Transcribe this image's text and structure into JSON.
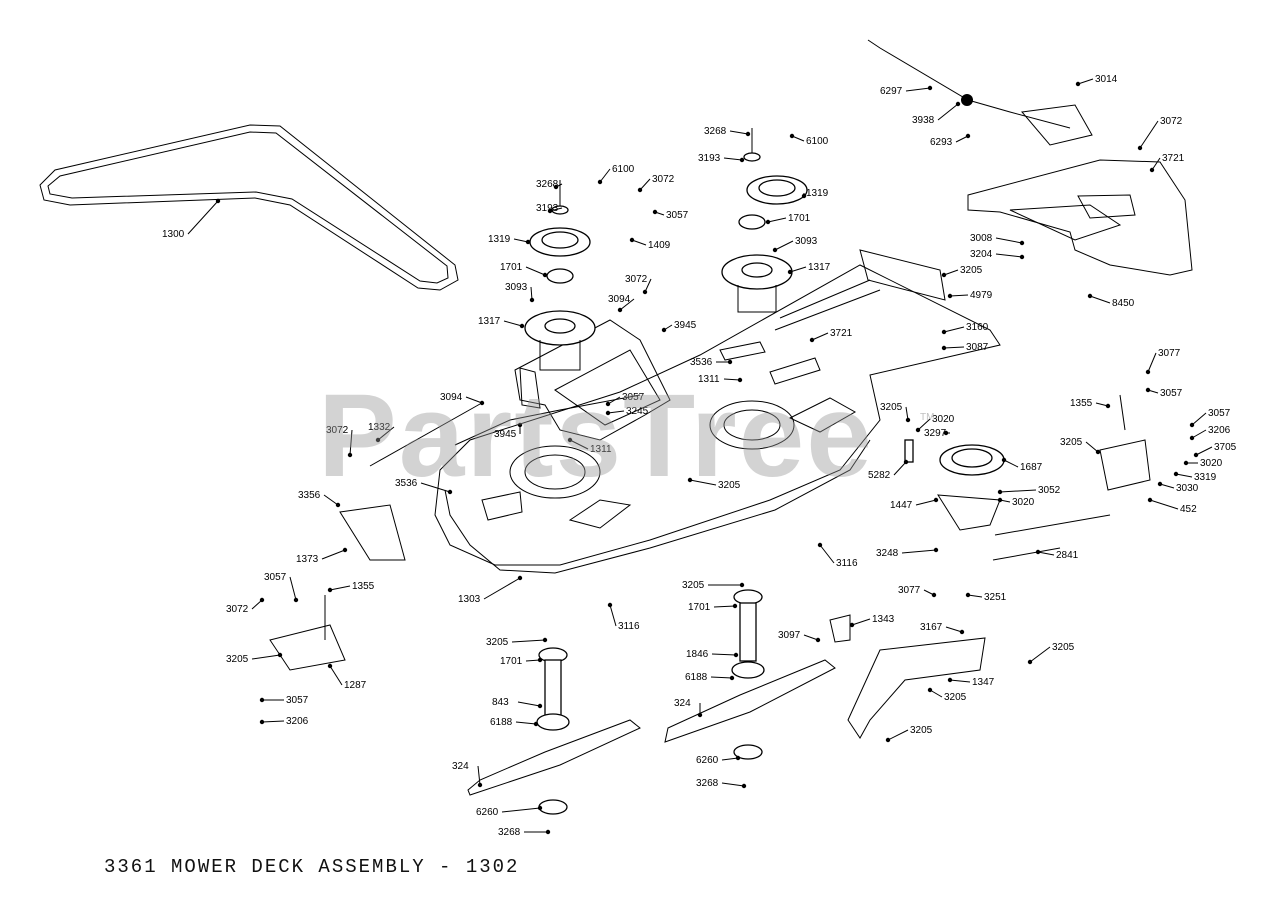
{
  "title": "3361 MOWER DECK ASSEMBLY - 1302",
  "watermark": "PartsTree",
  "watermark_mark": "TM",
  "callouts": [
    {
      "id": "belt",
      "text": "1300"
    },
    {
      "id": "b3268l",
      "text": "3268"
    },
    {
      "id": "w3193l",
      "text": "3193"
    },
    {
      "id": "p1319l",
      "text": "1319"
    },
    {
      "id": "s1701l",
      "text": "1701"
    },
    {
      "id": "n3093l",
      "text": "3093"
    },
    {
      "id": "h1317l",
      "text": "1317"
    },
    {
      "id": "c6100l",
      "text": "6100"
    },
    {
      "id": "p3072l",
      "text": "3072"
    },
    {
      "id": "w3057l",
      "text": "3057"
    },
    {
      "id": "r1409",
      "text": "1409"
    },
    {
      "id": "p3072b",
      "text": "3072"
    },
    {
      "id": "w3094c",
      "text": "3094"
    },
    {
      "id": "r3945a",
      "text": "3945"
    },
    {
      "id": "w3094l",
      "text": "3094"
    },
    {
      "id": "p3072c",
      "text": "3072"
    },
    {
      "id": "r1332",
      "text": "1332"
    },
    {
      "id": "w3057c",
      "text": "3057"
    },
    {
      "id": "n3245",
      "text": "3245"
    },
    {
      "id": "r3945b",
      "text": "3945"
    },
    {
      "id": "b3268r",
      "text": "3268"
    },
    {
      "id": "w3193r",
      "text": "3193"
    },
    {
      "id": "c6100r",
      "text": "6100"
    },
    {
      "id": "p1319r",
      "text": "1319"
    },
    {
      "id": "s1701r",
      "text": "1701"
    },
    {
      "id": "n3093r",
      "text": "3093"
    },
    {
      "id": "h1317r",
      "text": "1317"
    },
    {
      "id": "l3721c",
      "text": "3721"
    },
    {
      "id": "l3536c",
      "text": "3536"
    },
    {
      "id": "s1311c",
      "text": "1311"
    },
    {
      "id": "s1311l",
      "text": "1311"
    },
    {
      "id": "l3536l",
      "text": "3536"
    },
    {
      "id": "b3356",
      "text": "3356"
    },
    {
      "id": "g1373",
      "text": "1373"
    },
    {
      "id": "n3205m",
      "text": "3205"
    },
    {
      "id": "d1303",
      "text": "1303"
    },
    {
      "id": "b3116l",
      "text": "3116"
    },
    {
      "id": "b3116r",
      "text": "3116"
    },
    {
      "id": "r6297",
      "text": "6297"
    },
    {
      "id": "k3938",
      "text": "3938"
    },
    {
      "id": "r6293",
      "text": "6293"
    },
    {
      "id": "b3014",
      "text": "3014"
    },
    {
      "id": "p3072t",
      "text": "3072"
    },
    {
      "id": "s3721",
      "text": "3721"
    },
    {
      "id": "b3008",
      "text": "3008"
    },
    {
      "id": "w3204",
      "text": "3204"
    },
    {
      "id": "s8450",
      "text": "8450"
    },
    {
      "id": "n3205t",
      "text": "3205"
    },
    {
      "id": "br4979",
      "text": "4979"
    },
    {
      "id": "w3160",
      "text": "3160"
    },
    {
      "id": "b3087",
      "text": "3087"
    },
    {
      "id": "p3077",
      "text": "3077"
    },
    {
      "id": "w3057r",
      "text": "3057"
    },
    {
      "id": "sp1355r",
      "text": "1355"
    },
    {
      "id": "w3057r2",
      "text": "3057"
    },
    {
      "id": "n3206r",
      "text": "3206"
    },
    {
      "id": "n3205r",
      "text": "3205"
    },
    {
      "id": "w3705",
      "text": "3705"
    },
    {
      "id": "w3020r",
      "text": "3020"
    },
    {
      "id": "b3319",
      "text": "3319"
    },
    {
      "id": "w3030",
      "text": "3030"
    },
    {
      "id": "br452",
      "text": "452"
    },
    {
      "id": "n3205i",
      "text": "3205"
    },
    {
      "id": "w3020i",
      "text": "3020"
    },
    {
      "id": "b3297",
      "text": "3297"
    },
    {
      "id": "s5282",
      "text": "5282"
    },
    {
      "id": "p1687",
      "text": "1687"
    },
    {
      "id": "w3052",
      "text": "3052"
    },
    {
      "id": "a1447",
      "text": "1447"
    },
    {
      "id": "w3020a",
      "text": "3020"
    },
    {
      "id": "r2841",
      "text": "2841"
    },
    {
      "id": "n3248",
      "text": "3248"
    },
    {
      "id": "b3077",
      "text": "3077"
    },
    {
      "id": "b3251",
      "text": "3251"
    },
    {
      "id": "w3057bl",
      "text": "3057"
    },
    {
      "id": "sp1355l",
      "text": "1355"
    },
    {
      "id": "p3072bl",
      "text": "3072"
    },
    {
      "id": "n3205bl",
      "text": "3205"
    },
    {
      "id": "br1287",
      "text": "1287"
    },
    {
      "id": "w3057bl2",
      "text": "3057"
    },
    {
      "id": "n3206bl",
      "text": "3206"
    },
    {
      "id": "n3205sl",
      "text": "3205"
    },
    {
      "id": "s1701sl",
      "text": "1701"
    },
    {
      "id": "s843",
      "text": "843"
    },
    {
      "id": "w6188l",
      "text": "6188"
    },
    {
      "id": "bl324l",
      "text": "324"
    },
    {
      "id": "w6260l",
      "text": "6260"
    },
    {
      "id": "b3268bl",
      "text": "3268"
    },
    {
      "id": "n3205sc",
      "text": "3205"
    },
    {
      "id": "s1701sc",
      "text": "1701"
    },
    {
      "id": "s1846",
      "text": "1846"
    },
    {
      "id": "w6188r",
      "text": "6188"
    },
    {
      "id": "bl324r",
      "text": "324"
    },
    {
      "id": "w6260r",
      "text": "6260"
    },
    {
      "id": "b3268br",
      "text": "3268"
    },
    {
      "id": "b3097",
      "text": "3097"
    },
    {
      "id": "br1343",
      "text": "1343"
    },
    {
      "id": "b3167",
      "text": "3167"
    },
    {
      "id": "n3205br",
      "text": "3205"
    },
    {
      "id": "br1347",
      "text": "1347"
    },
    {
      "id": "n3205bb",
      "text": "3205"
    },
    {
      "id": "n3205bz",
      "text": "3205"
    }
  ]
}
